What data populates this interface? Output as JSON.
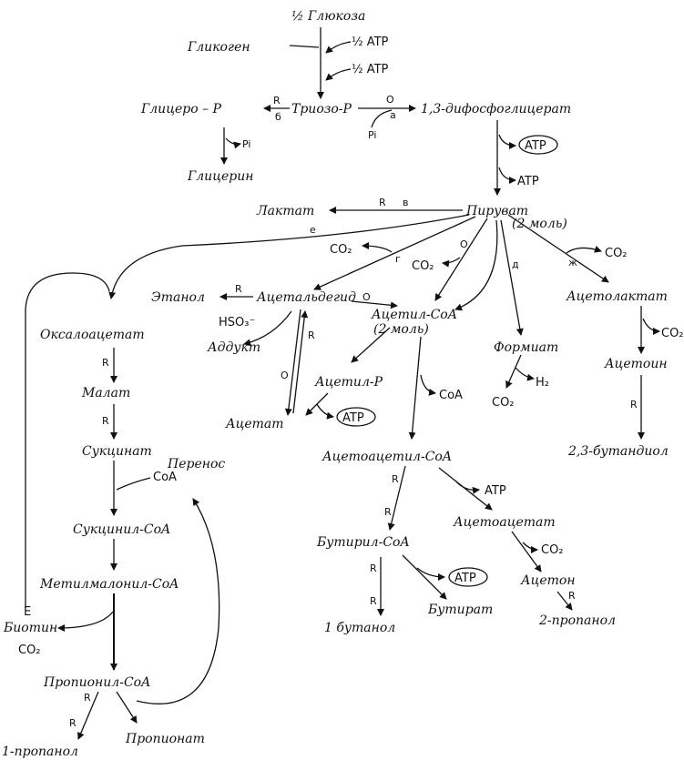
{
  "nodes": {
    "glucose": "½ Глюкоза",
    "glycogen": "Гликоген",
    "atp_half_1": "½ ATP",
    "atp_half_2": "½ ATP",
    "glycero_p": "Глицеро – Р",
    "triose_p": "Триозо-Р",
    "diphosphoglycerate": "1,3-дифосфоглицерат",
    "pi": "Pi",
    "glycerin": "Глицерин",
    "atp_circle_1": "ATP",
    "atp_2": "ATP",
    "lactate": "Лактат",
    "pyruvate": "Пируват",
    "pyruvate_mol": "(2 моль)",
    "co2_a": "CO₂",
    "co2_b": "CO₂",
    "co2_c": "CO₂",
    "ethanol": "Этанол",
    "acetaldehyde": "Ацетальдегид",
    "hso3": "HSO₃⁻",
    "adduct": "Аддукт",
    "oxaloacetate": "Оксалоацетат",
    "acetyl_coa": "Ацетил-CoA",
    "acetyl_coa_mol": "(2 моль)",
    "formate": "Формиат",
    "h2": "H₂",
    "co2_formate": "CO₂",
    "acetolactate": "Ацетолактат",
    "co2_acetolactate": "CO₂",
    "acetoin": "Ацетоин",
    "butanediol": "2,3-бутандиол",
    "malate": "Малат",
    "acetyl_p": "Ацетил-Р",
    "coa": "CoA",
    "acetate": "Ацетат",
    "atp_circle_2": "ATP",
    "succinate": "Сукцинат",
    "transfer_coa_1": "Перенос",
    "transfer_coa_2": "CoA",
    "acetoacetyl_coa": "Ацетоацетил-CoA",
    "atp_3": "ATP",
    "succinyl_coa": "Сукцинил-CoA",
    "butyryl_coa": "Бутирил-CoA",
    "acetoacetate": "Ацетоацетат",
    "co2_acetoacetate": "CO₂",
    "atp_circle_3": "ATP",
    "methylmalonyl_coa": "Метилмалонил-CoA",
    "acetone": "Ацетон",
    "e_letter": "E",
    "biotin": "Биотин",
    "co2_biotin": "CO₂",
    "butanol": "1 бутанол",
    "butyrate": "Бутират",
    "propanol_2": "2-пропанол",
    "propionyl_coa": "Пропионил-CoA",
    "propanol_1": "1-пропанол",
    "propionate": "Пропионат"
  },
  "labels": {
    "r": "R",
    "o": "O",
    "a": "а",
    "b": "б",
    "v": "в",
    "g": "г",
    "d": "д",
    "e": "е",
    "zh": "ж"
  }
}
